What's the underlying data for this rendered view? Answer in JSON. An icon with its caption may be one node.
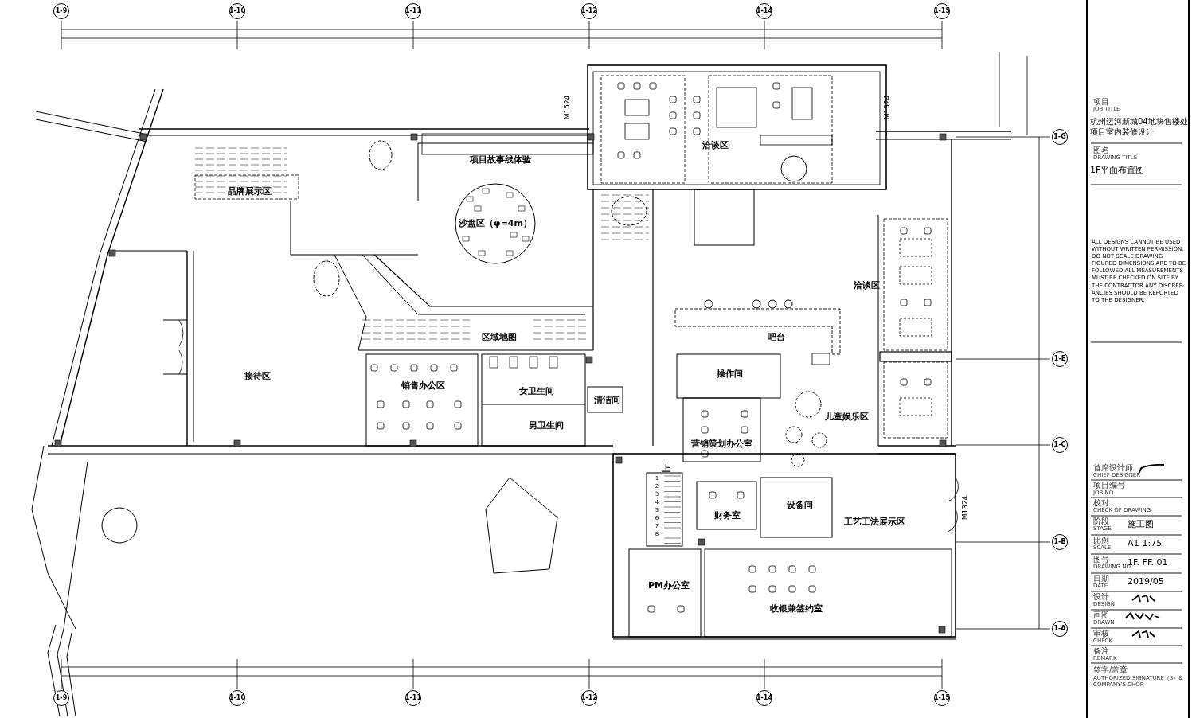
{
  "diagram": {
    "labels": [
      "1-9",
      "1-10",
      "1-11",
      "1-12",
      "1-14",
      "1-15",
      "M1524",
      "M1524",
      "洽谈区",
      "1-G",
      "项目故事线体验",
      "品牌展示区",
      "沙盘区（φ=4m）",
      "洽谈区",
      "区域地图",
      "吧台",
      "1-E",
      "接待区",
      "销售办公区",
      "女卫生间",
      "操作间",
      "清洁间",
      "男卫生间",
      "儿童娱乐区",
      "营销策划办公室",
      "1-C",
      "上",
      "1",
      "2",
      "3",
      "4",
      "5",
      "6",
      "7",
      "8",
      "设备间",
      "M1324",
      "工艺工法展示区",
      "财务室",
      "1-B",
      "PM办公室",
      "收银兼签约室",
      "1-A",
      "1-9",
      "1-10",
      "1-11",
      "1-12",
      "1-14",
      "1-15",
      "项目",
      "JOB TITLE",
      "杭州运河新城04地块售楼处项目室内装修设计",
      "图名",
      "DRAWING TITLE",
      "1F平面布置图",
      "ALL DESIGNS CANNOT BE USED WITHOUT WRITTEN PERMISSION. DO NOT SCALE DRAWING FIGURED DIMENSIONS ARE TO BE FOLLOWED ALL MEASUREMENTS MUST BE CHECKED ON SITE BY THE CONTRACTOR ANY DISCREP-ANCIES SHOULD BE REPORTED TO THE DESIGNER.",
      "首席设计师",
      "CHIEF DESIGNER",
      "项目编号",
      "JOB NO",
      "校对",
      "CHECK OF DRAWING",
      "阶段",
      "STAGE",
      "施工图",
      "比例",
      "SCALE",
      "A1-1:75",
      "图号",
      "DRAWING NO",
      "1F. FF. 01",
      "日期",
      "DATE",
      "2019/05",
      "设计",
      "DESIGN",
      "画图",
      "DRAWN",
      "审核",
      "CHECK",
      "备注",
      "REMARK",
      "签字/盖章",
      "AUTHORIZED SIGNATURE（S）& COMPANY'S CHOP"
    ]
  }
}
